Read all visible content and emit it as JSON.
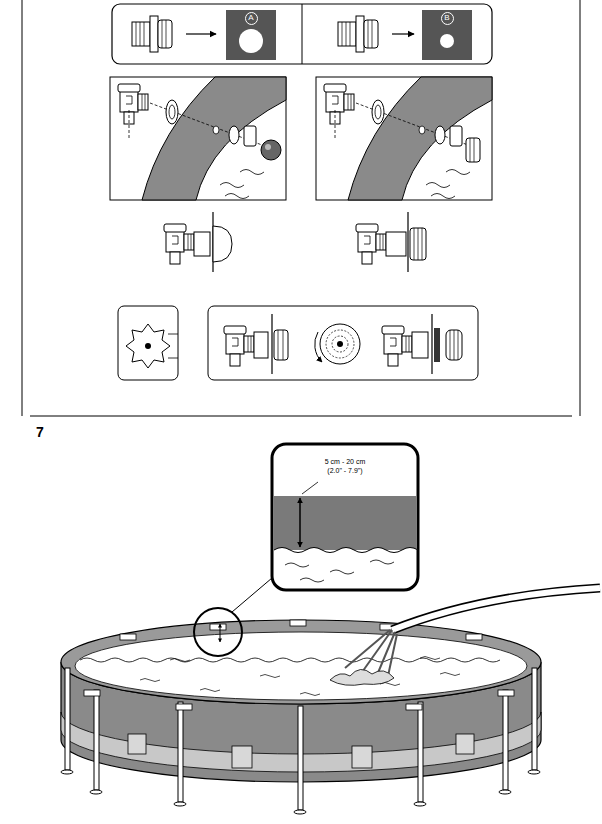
{
  "diagram": {
    "nodes": [
      {
        "text": [
          "A"
        ]
      },
      {
        "text": [
          "B"
        ]
      }
    ],
    "labels": [
      "7",
      "5 cm - 20 cm",
      "(2.0\" - 7.9\")"
    ]
  }
}
